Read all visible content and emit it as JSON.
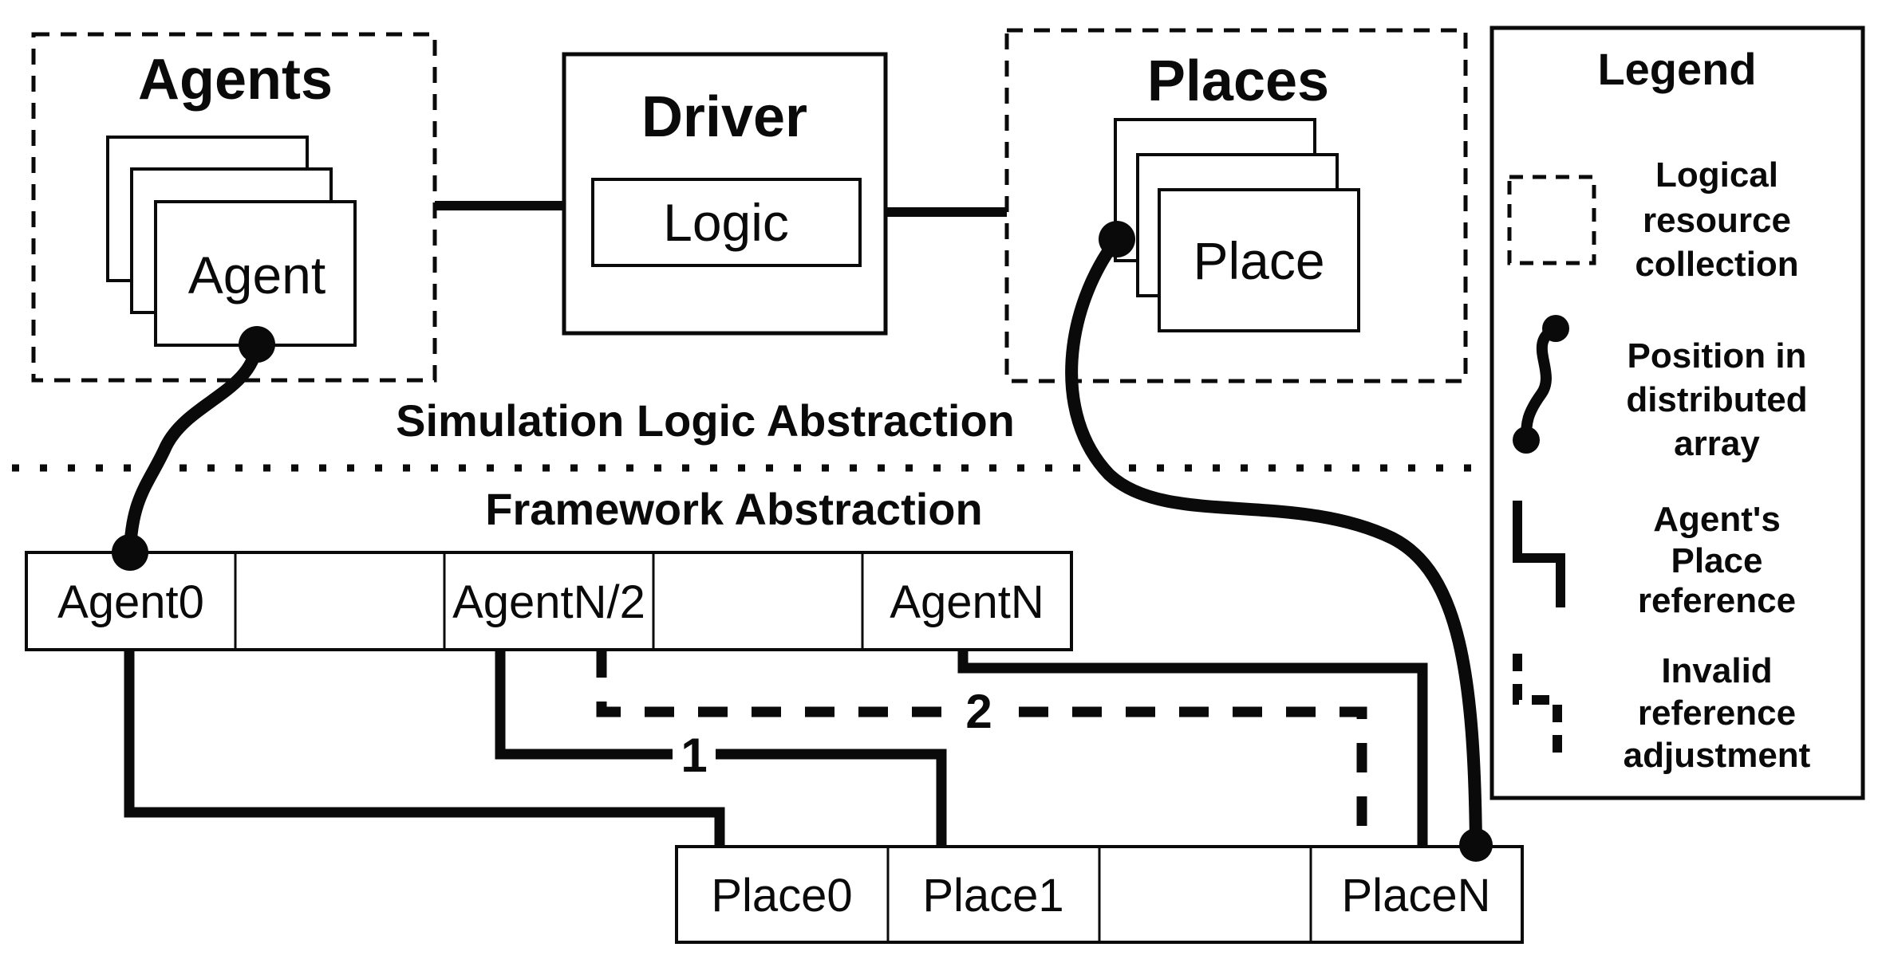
{
  "colors": {
    "ink": "#0a0a0a",
    "paper": "#ffffff"
  },
  "diagram": {
    "collections": {
      "agents": {
        "title": "Agents",
        "card_label": "Agent"
      },
      "places": {
        "title": "Places",
        "card_label": "Place"
      }
    },
    "driver": {
      "title": "Driver",
      "inner_label": "Logic"
    },
    "layers": {
      "upper_label": "Simulation Logic Abstraction",
      "lower_label": "Framework Abstraction"
    },
    "agent_array": {
      "cells": [
        "Agent0",
        "",
        "AgentN/2",
        "",
        "AgentN"
      ]
    },
    "place_array": {
      "cells": [
        "Place0",
        "Place1",
        "",
        "PlaceN"
      ]
    },
    "reference_labels": {
      "first": "1",
      "second": "2"
    },
    "legend": {
      "title": "Legend",
      "entries": [
        {
          "id": "logical-resource-collection",
          "lines": [
            "Logical",
            "resource",
            "collection"
          ]
        },
        {
          "id": "position-in-distributed-array",
          "lines": [
            "Position in",
            "distributed",
            "array"
          ]
        },
        {
          "id": "agents-place-reference",
          "lines": [
            "Agent's",
            "Place",
            "reference"
          ]
        },
        {
          "id": "invalid-reference-adjustment",
          "lines": [
            "Invalid",
            "reference",
            "adjustment"
          ]
        }
      ]
    }
  }
}
